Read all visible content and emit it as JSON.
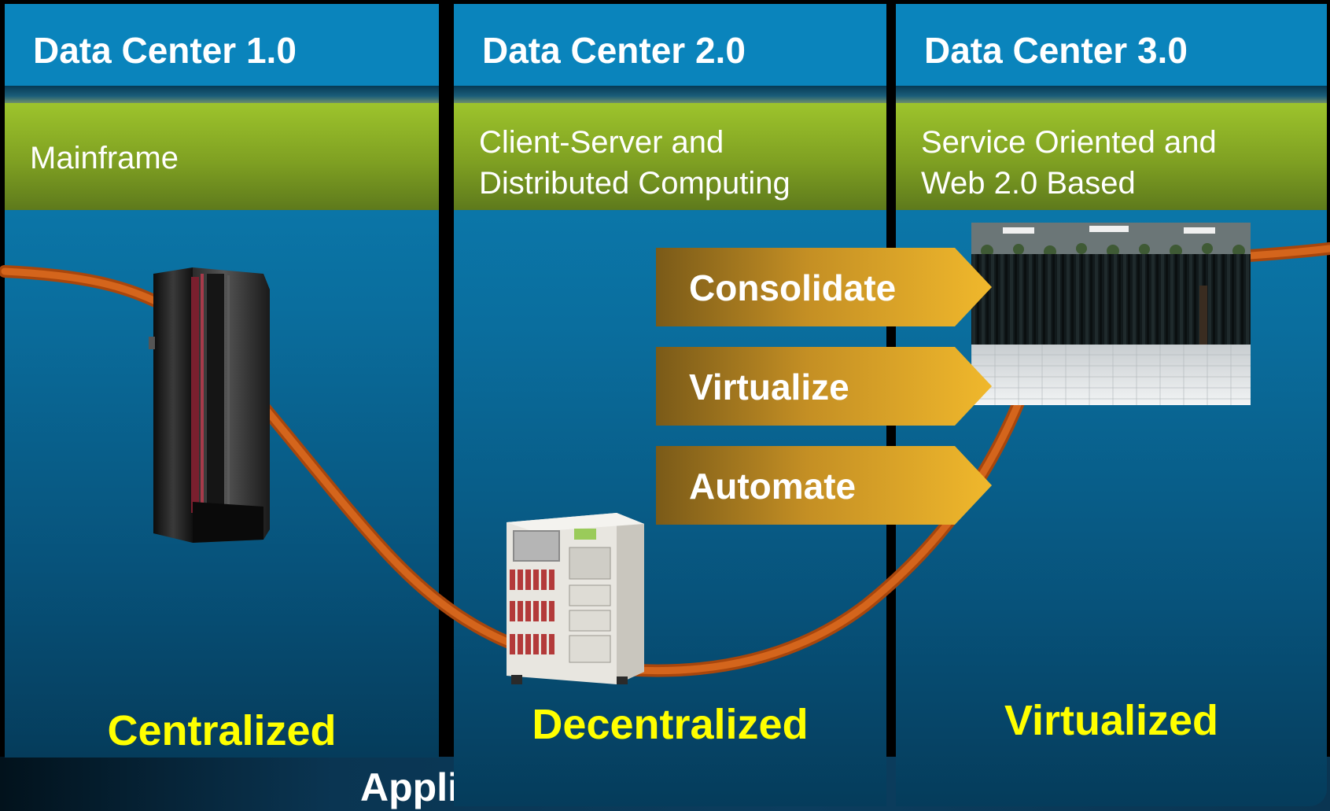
{
  "columns": [
    {
      "title": "Data Center 1.0",
      "era": "Mainframe",
      "state": "Centralized"
    },
    {
      "title": "Data Center 2.0",
      "era": "Client-Server and\nDistributed Computing",
      "state": "Decentralized"
    },
    {
      "title": "Data Center 3.0",
      "era": "Service Oriented and\nWeb 2.0 Based",
      "state": "Virtualized"
    }
  ],
  "steps": [
    "Consolidate",
    "Virtualize",
    "Automate"
  ],
  "bottom_text": "Appli",
  "images": [
    "mainframe-computer",
    "rack-server",
    "data-center-room"
  ],
  "colors": {
    "header_blue": "#0a84bc",
    "band_green": "#9dc42c",
    "state_text": "#ffff00",
    "curve": "#c85a14",
    "arrow_gold": "#e6ab2a"
  }
}
